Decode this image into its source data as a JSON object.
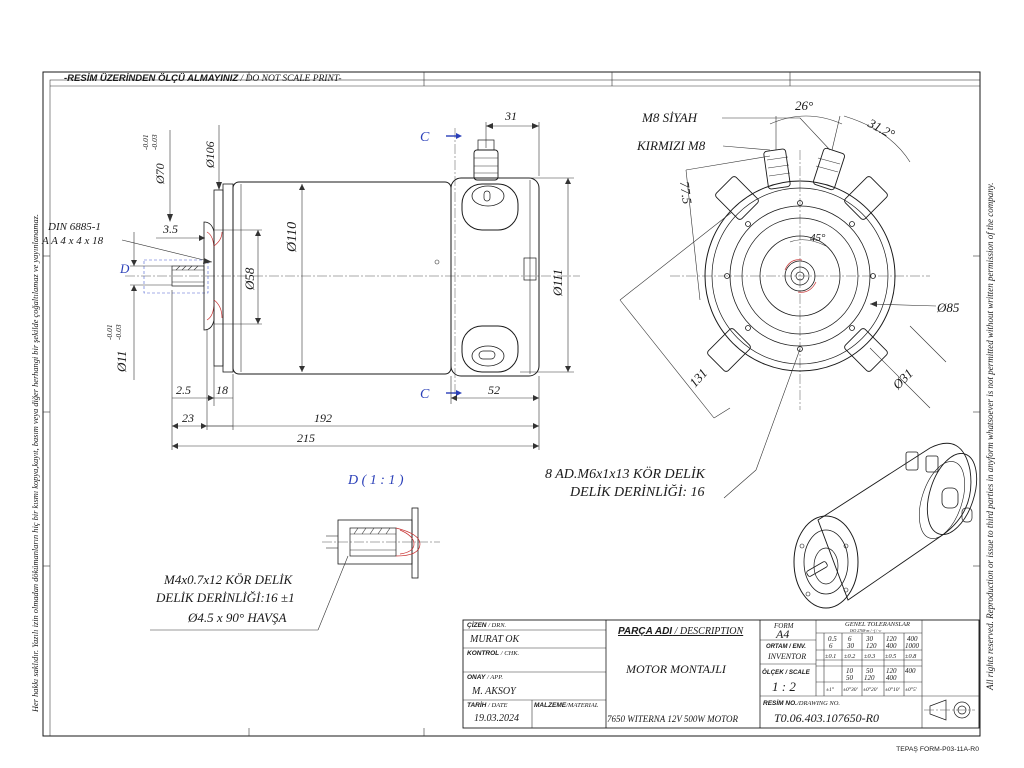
{
  "frame": {
    "top_note_bold": "-RESİM ÜZERİNDEN ÖLÇÜ ALMAYINIZ",
    "top_note_rest": " / DO NOT SCALE PRINT-",
    "left_note": "Her hakkı saklıdır. Yazılı izin olmadan dökümanların hiç bir kısmı kopya,kayıt, basım veya diğer herhangi bir şekilde çoğaltılamaz ve yayınlanamaz.",
    "right_note": "All rights reserved. Reproduction or issue to third parties in anyform whatsoever is not permitted without written permission of the company.",
    "form_code": "TEPAŞ FORM-P03-11A-R0"
  },
  "front_view": {
    "section_marker": "C",
    "detail_marker": "D",
    "dims": {
      "d70": "Ø70",
      "d70_tol_upper": "-0.01",
      "d70_tol_lower": "-0.03",
      "d106": "Ø106",
      "d31": "31",
      "d110": "Ø110",
      "d58": "Ø58",
      "d111": "Ø111",
      "d11": "Ø11",
      "d11_tol_upper": "-0.01",
      "d11_tol_lower": "-0.03",
      "d3_5": "3.5",
      "d2_5": "2.5",
      "d18": "18",
      "d23": "23",
      "d192": "192",
      "d215": "215",
      "d52": "52"
    },
    "key_note_line1": "DIN 6885-1",
    "key_note_line2": "A A 4 x 4 x 18"
  },
  "side_view": {
    "label_black": "M8 SİYAH",
    "label_red": "KIRMIZI M8",
    "angle_26": "26°",
    "angle_31_2": "31.2°",
    "angle_45": "45°",
    "dim_77_5": "77.5",
    "dim_131": "131",
    "dim_85": "Ø85",
    "dim_31": "Ø31",
    "hole_note_line1": "8 AD.M6x1x13 KÖR DELİK",
    "hole_note_line2": "DELİK DERİNLİĞİ: 16"
  },
  "detail_view": {
    "title": "D ( 1 : 1 )",
    "note_line1": "M4x0.7x12 KÖR DELİK",
    "note_line2": "DELİK DERİNLİĞİ:16 ±1",
    "note_line3": "Ø4.5 x 90° HAVŞA"
  },
  "title_block": {
    "drawn_label_bold": "ÇİZEN",
    "drawn_label_rest": " / DRN.",
    "drawn_value": "MURAT OK",
    "control_label_bold": "KONTROL",
    "control_label_rest": " / CHK.",
    "approve_label_bold": "ONAY",
    "approve_label_rest": " / APP.",
    "approve_value": "M. AKSOY",
    "date_label_bold": "TARİH",
    "date_label_rest": " / DATE",
    "date_value": "19.03.2024",
    "material_label_bold": "MALZEME",
    "material_label_rest": "/MATERIAL",
    "part_label_bold": "PARÇA ADI",
    "part_label_rest": " / DESCRIPTION",
    "part_value": "MOTOR MONTAJLI",
    "description_bottom": "7650 WITERNA 12V 500W MOTOR",
    "form_label": "FORM",
    "form_value": "A4",
    "env_label_line1": "ORTAM / ENV.",
    "env_value": "INVENTOR",
    "scale_label": "ÖLÇEK / SCALE",
    "scale_value": "1 : 2",
    "drawing_no_label_bold": "RESİM NO.",
    "drawing_no_label_rest": "/DRAWING NO.",
    "drawing_no_value": "T0.06.403.107650-R0",
    "tol_title": "GENEL TOLERANSLAR",
    "tol_sub": "ISO 2768-m / -f / -c",
    "tol_row1": [
      "0.5",
      "6",
      "30",
      "120",
      "400"
    ],
    "tol_row2": [
      "6",
      "30",
      "120",
      "400",
      "1000"
    ],
    "tol_row3": [
      "±0.1",
      "±0.2",
      "±0.3",
      "±0.5",
      "±0.8"
    ],
    "tol_row4": [
      "10",
      "50",
      "120",
      "400"
    ],
    "tol_row5": [
      "50",
      "120",
      "400"
    ],
    "tol_row6": [
      "±1°",
      "±0°30'",
      "±0°20'",
      "±0°10'",
      "±0°5'"
    ]
  }
}
